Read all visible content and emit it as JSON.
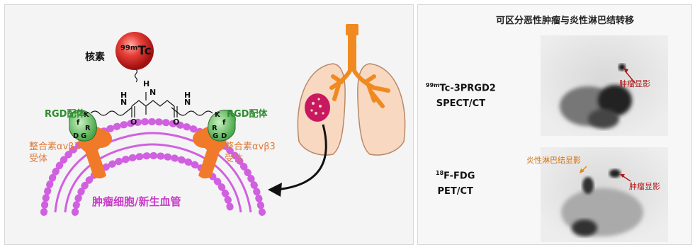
{
  "left": {
    "nuclide_label": "核素",
    "isotope_mass": "99m",
    "isotope_symbol": "Tc",
    "rgd_label_left": "RGD配体",
    "rgd_label_right": "RGD配体",
    "integrin_label": "整合素αvβ3",
    "receptor_label": "受体",
    "cell_label": "肿瘤细胞/新生血管",
    "linker_atoms": [
      "H",
      "N",
      "N",
      "H",
      "O",
      "H",
      "N",
      "O"
    ],
    "peptide_letters_left": [
      "K",
      "f",
      "R",
      "D",
      "G"
    ],
    "peptide_letters_right": [
      "K",
      "f",
      "R",
      "G",
      "D"
    ]
  },
  "right": {
    "title": "可区分恶性肿瘤与炎性淋巴结转移",
    "spect_mass": "99m",
    "spect_tracer": "Tc-3PRGD2",
    "spect_method": "SPECT/CT",
    "pet_mass": "18",
    "pet_tracer": "F-FDG",
    "pet_method": "PET/CT",
    "tumor_label_top": "肿瘤显影",
    "tumor_label_bottom": "肿瘤显影",
    "lymph_label": "炎性淋巴结显影"
  },
  "colors": {
    "nuclide_ball": "#e0302e",
    "rgd_green": "#2e8b2e",
    "receptor_orange": "#f07a2a",
    "membrane_magenta": "#d060e0",
    "lung_fill": "#f8d8c0",
    "trachea_orange": "#f08a20",
    "tumor_dot": "#c81860",
    "tumor_arrow": "#b01818",
    "lymph_arrow": "#e08a20"
  }
}
